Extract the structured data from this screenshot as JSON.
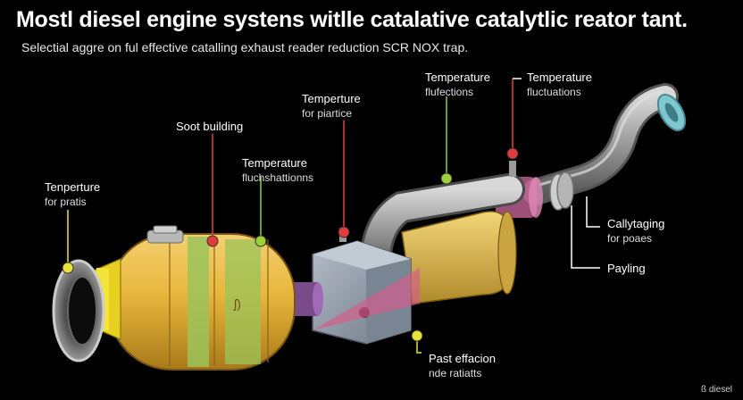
{
  "header": {
    "title": "Mostl diesel engine systens witlle catalative catalytlic reator tant.",
    "subtitle": "Selectial aggre on ful effective catalling exhaust reader reduction SCR NOX trap."
  },
  "labels": {
    "temp_left": {
      "line1": "Tenperture",
      "line2": "for pratis"
    },
    "soot": {
      "line1": "Soot building"
    },
    "temp_mid": {
      "line1": "Temperature",
      "line2": "fluchshattionns"
    },
    "temp_center": {
      "line1": "Temperture",
      "line2": "for piartice"
    },
    "temp_top1": {
      "line1": "Temperature",
      "line2": "flufections"
    },
    "temp_top2": {
      "line1": "Temperature",
      "line2": "fluctuations"
    },
    "cally": {
      "line1": "Callytaging",
      "line2": "for poaes"
    },
    "paying": {
      "line1": "Payling"
    },
    "past": {
      "line1": "Past effacion",
      "line2": "nde ratiatts"
    }
  },
  "watermark": "ß diesel",
  "colors": {
    "background": "#000000",
    "canister": "#e8b63c",
    "green_band": "#9bc35a",
    "pipe": "#9a9a9a",
    "box": "#8e99a8",
    "marker_red": "#e23b3b",
    "marker_green": "#9bd13a",
    "marker_yellow": "#e8e23a",
    "leader_green": "#8fd13a",
    "leader_yellow": "#e8e23a",
    "leader_red": "#e84040",
    "leader_white": "#ffffff"
  }
}
